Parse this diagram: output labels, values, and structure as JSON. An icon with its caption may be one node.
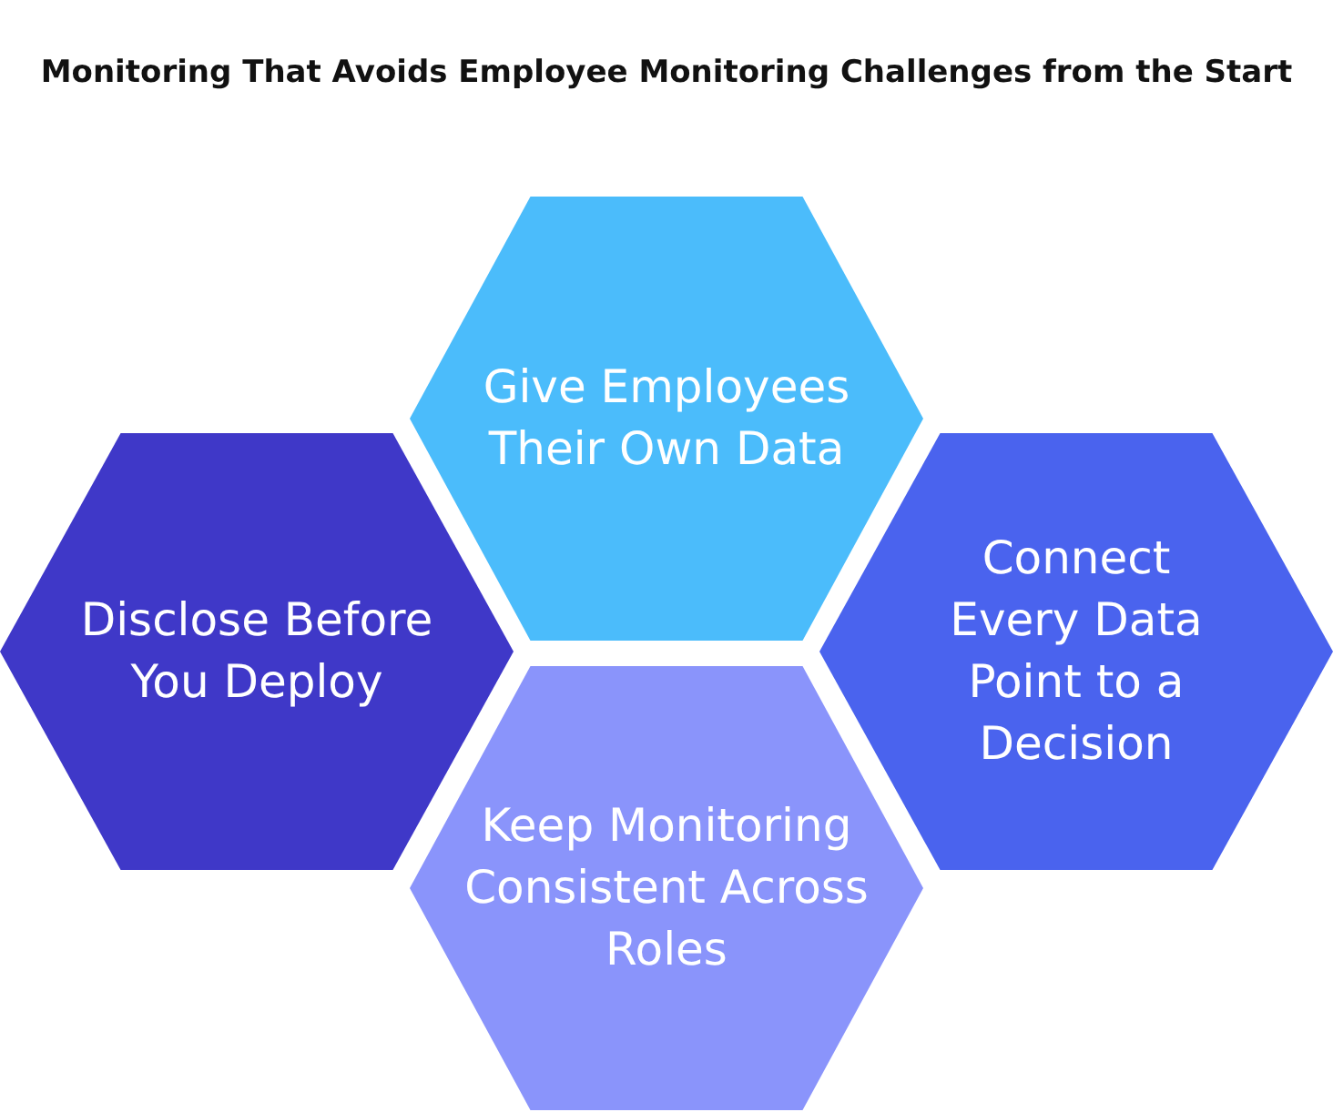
{
  "diagram": {
    "title": "Monitoring That Avoids Employee Monitoring Challenges from the Start",
    "nodes": [
      {
        "text": [
          "Give Employees Their Own Data"
        ]
      },
      {
        "text": [
          "Disclose Before You Deploy"
        ]
      },
      {
        "text": [
          "Connect Every Data Point to a Decision"
        ]
      },
      {
        "text": [
          "Keep Monitoring Consistent Across Roles"
        ]
      }
    ],
    "edges": []
  }
}
